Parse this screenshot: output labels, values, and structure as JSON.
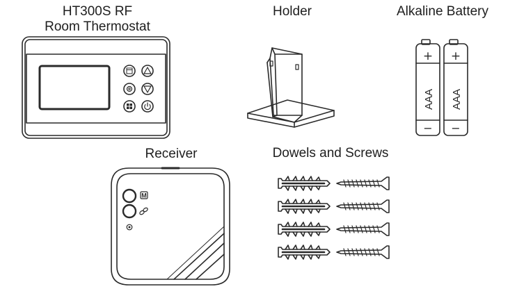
{
  "labels": {
    "thermostat_line1": "HT300S RF",
    "thermostat_line2": "Room Thermostat",
    "holder": "Holder",
    "battery": "Alkaline Battery",
    "receiver": "Receiver",
    "dowels": "Dowels and Screws"
  },
  "battery_text": "AAA",
  "battery_plus": "+",
  "battery_minus": "−",
  "receiver_button_letter": "M",
  "icons": [
    "schedule-icon",
    "up-arrow-icon",
    "settings-icon",
    "down-arrow-icon",
    "menu-grid-icon",
    "power-icon",
    "link-icon",
    "led-indicator-icon"
  ],
  "colors": {
    "line": "#2a2a2a",
    "background": "#ffffff"
  }
}
